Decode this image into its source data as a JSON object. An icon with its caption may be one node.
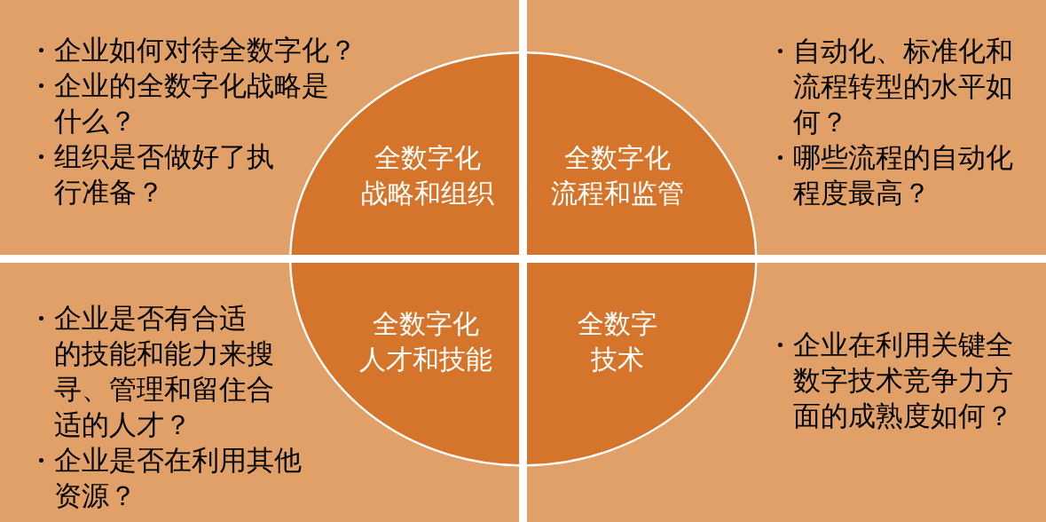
{
  "diagram": {
    "nodes": [
      {
        "text": [
          "企业如何对待全数字化？",
          "企业的全数字化战略是什么？",
          "组织是否做好了执行准备？"
        ]
      },
      {
        "text": [
          "全数字化战略和组织"
        ],
        "in": 0
      },
      {
        "text": [
          "自动化、标准化和流程转型的水平如何？",
          "哪些流程的自动化程度最高？"
        ]
      },
      {
        "text": [
          "全数字化流程和监管"
        ],
        "in": 2
      },
      {
        "text": [
          "企业是否有合适的技能和能力来搜寻、管理和留住合适的人才？",
          "企业是否在利用其他资源？"
        ]
      },
      {
        "text": [
          "全数字化人才和技能"
        ],
        "in": 4
      },
      {
        "text": [
          "企业在利用关键全数字技术竞争力方面的成熟度如何？"
        ]
      },
      {
        "text": [
          "全数字技术"
        ],
        "in": 6
      }
    ]
  }
}
